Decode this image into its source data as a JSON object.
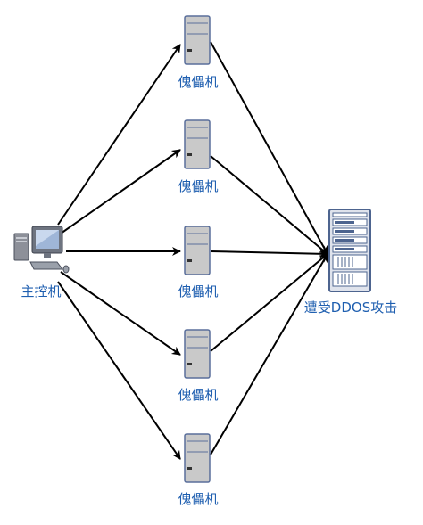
{
  "master": {
    "label": "主控机"
  },
  "zombies": [
    {
      "label": "傀儡机"
    },
    {
      "label": "傀儡机"
    },
    {
      "label": "傀儡机"
    },
    {
      "label": "傀儡机"
    },
    {
      "label": "傀儡机"
    }
  ],
  "target": {
    "label": "遭受DDOS攻击"
  },
  "colors": {
    "label": "#1f5fb0",
    "arrow": "#000000",
    "server_body": "#c9c9c9",
    "server_edge": "#5a6f9b",
    "rack_body": "#dfe3ec",
    "rack_edge": "#4d648f"
  },
  "icons": {
    "master": "desktop-computer-icon",
    "zombie": "tower-server-icon",
    "target": "server-rack-icon"
  }
}
